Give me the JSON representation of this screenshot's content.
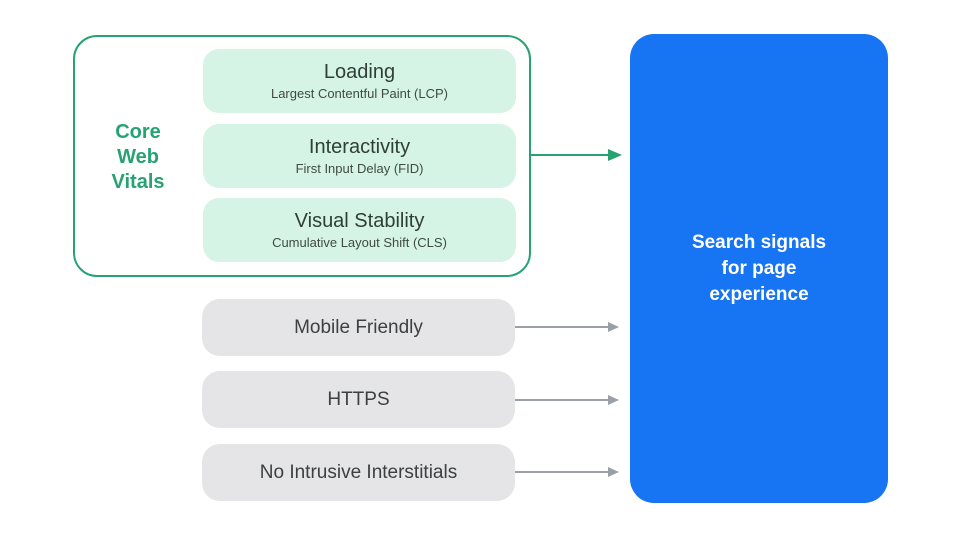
{
  "colors": {
    "accent-green": "#26a273",
    "mint-fill": "#d6f4e5",
    "brand-blue": "#1774f2",
    "pill-gray": "#e5e5e7",
    "arrow-gray": "#9aa0a6",
    "title-dark": "#2f3e38",
    "subtitle-gray": "#3f4a45",
    "label-gray": "#3c4043"
  },
  "core_web_vitals": {
    "label_lines": [
      "Core",
      "Web",
      "Vitals"
    ],
    "items": [
      {
        "title": "Loading",
        "subtitle": "Largest Contentful Paint (LCP)"
      },
      {
        "title": "Interactivity",
        "subtitle": "First Input Delay (FID)"
      },
      {
        "title": "Visual Stability",
        "subtitle": "Cumulative Layout Shift (CLS)"
      }
    ]
  },
  "other_signals": [
    {
      "label": "Mobile Friendly"
    },
    {
      "label": "HTTPS"
    },
    {
      "label": "No Intrusive Interstitials"
    }
  ],
  "result": {
    "lines": [
      "Search signals",
      "for page",
      "experience"
    ]
  }
}
